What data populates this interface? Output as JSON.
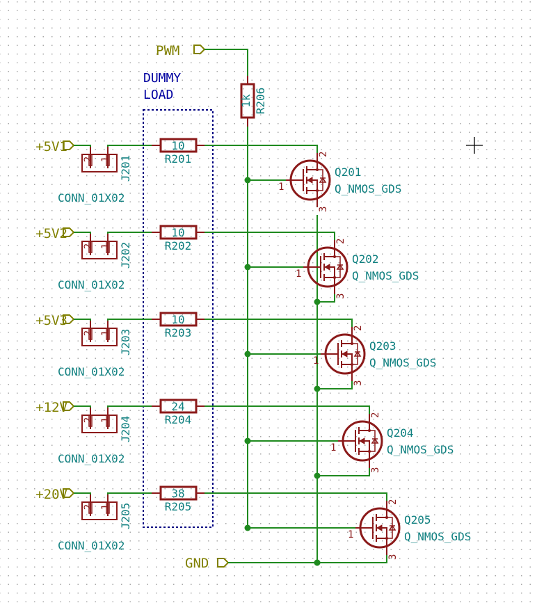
{
  "colors": {
    "wire": "#1f8a1f",
    "component": "#8b1a1a",
    "reference": "#108080",
    "power_label": "#808000",
    "note": "#0000a0",
    "junction": "#1f8a1f",
    "cursor": "#000000"
  },
  "note": {
    "line1": "DUMMY",
    "line2": "LOAD"
  },
  "pwm": {
    "label": "PWM",
    "resistor": {
      "ref": "R206",
      "value": "1k"
    }
  },
  "gnd": {
    "label": "GND"
  },
  "channels": [
    {
      "power": "+5V1",
      "connector": {
        "ref": "J201",
        "value": "CONN_01X02",
        "pin1": "1",
        "pin2": "2"
      },
      "resistor": {
        "ref": "R201",
        "value": "10"
      },
      "mosfet": {
        "ref": "Q201",
        "value": "Q_NMOS_GDS",
        "pin_g": "1",
        "pin_d": "2",
        "pin_s": "3"
      }
    },
    {
      "power": "+5V2",
      "connector": {
        "ref": "J202",
        "value": "CONN_01X02",
        "pin1": "1",
        "pin2": "2"
      },
      "resistor": {
        "ref": "R202",
        "value": "10"
      },
      "mosfet": {
        "ref": "Q202",
        "value": "Q_NMOS_GDS",
        "pin_g": "1",
        "pin_d": "2",
        "pin_s": "3"
      }
    },
    {
      "power": "+5V3",
      "connector": {
        "ref": "J203",
        "value": "CONN_01X02",
        "pin1": "1",
        "pin2": "2"
      },
      "resistor": {
        "ref": "R203",
        "value": "10"
      },
      "mosfet": {
        "ref": "Q203",
        "value": "Q_NMOS_GDS",
        "pin_g": "1",
        "pin_d": "2",
        "pin_s": "3"
      }
    },
    {
      "power": "+12V",
      "connector": {
        "ref": "J204",
        "value": "CONN_01X02",
        "pin1": "1",
        "pin2": "2"
      },
      "resistor": {
        "ref": "R204",
        "value": "24"
      },
      "mosfet": {
        "ref": "Q204",
        "value": "Q_NMOS_GDS",
        "pin_g": "1",
        "pin_d": "2",
        "pin_s": "3"
      }
    },
    {
      "power": "+20V",
      "connector": {
        "ref": "J205",
        "value": "CONN_01X02",
        "pin1": "1",
        "pin2": "2"
      },
      "resistor": {
        "ref": "R205",
        "value": "38"
      },
      "mosfet": {
        "ref": "Q205",
        "value": "Q_NMOS_GDS",
        "pin_g": "1",
        "pin_d": "2",
        "pin_s": "3"
      }
    }
  ]
}
